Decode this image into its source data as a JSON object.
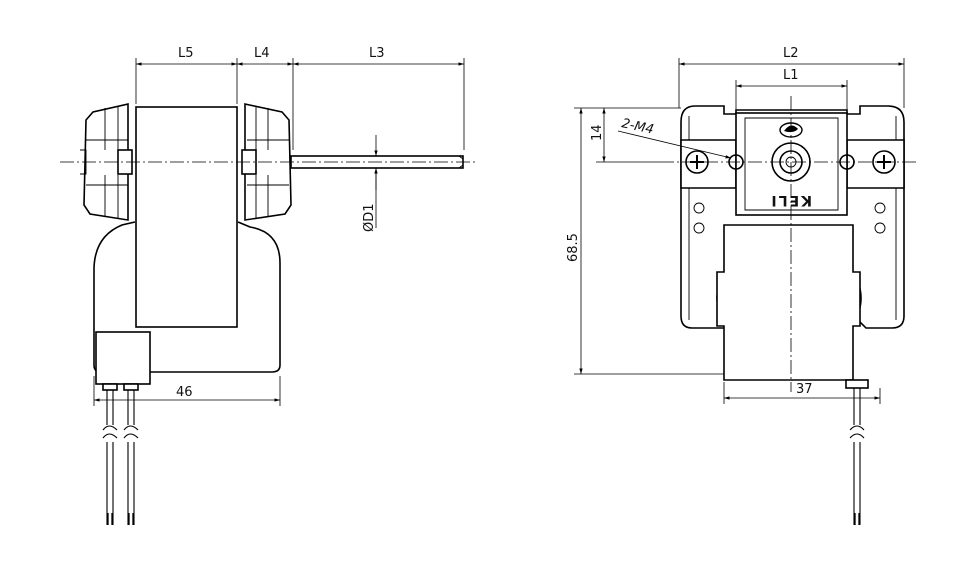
{
  "side_view": {
    "dims": {
      "l5": "L5",
      "l4": "L4",
      "l3": "L3",
      "d1": "ØD1",
      "w46": "46"
    }
  },
  "front_view": {
    "dims": {
      "l2": "L2",
      "l1": "L1",
      "h14": "14",
      "h685": "68.5",
      "w37": "37",
      "m4": "2-M4"
    },
    "brand": "KELI",
    "logo_icon": "keli-logo-icon"
  }
}
